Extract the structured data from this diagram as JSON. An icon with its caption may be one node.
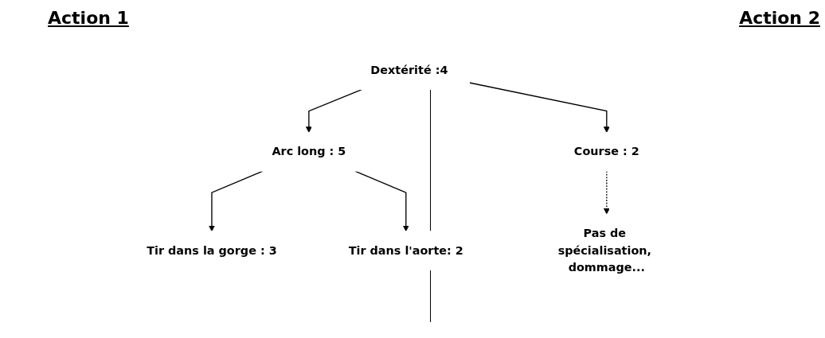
{
  "diagram": {
    "nodes": [
      {
        "text": [
          "Dextérité :4"
        ]
      },
      {
        "text": [
          "Arc long : 5"
        ]
      },
      {
        "text": [
          "Course : 2"
        ]
      },
      {
        "text": [
          "Tir dans la gorge : 3"
        ]
      },
      {
        "text": [
          "Tir dans l'aorte: 2"
        ]
      },
      {
        "text": [
          "Pas de spécialisation, dommage..."
        ]
      }
    ],
    "edges": [
      {
        "from": 0,
        "to": 1,
        "arrow": "to"
      },
      {
        "from": 0,
        "to": 2,
        "arrow": "to"
      },
      {
        "from": 1,
        "to": 3,
        "arrow": "to"
      },
      {
        "from": 1,
        "to": 4,
        "arrow": "to"
      },
      {
        "from": 2,
        "to": 5,
        "arrow": "to",
        "style": "dashed"
      }
    ],
    "labels": [
      "Action 1",
      "Action 2"
    ]
  }
}
